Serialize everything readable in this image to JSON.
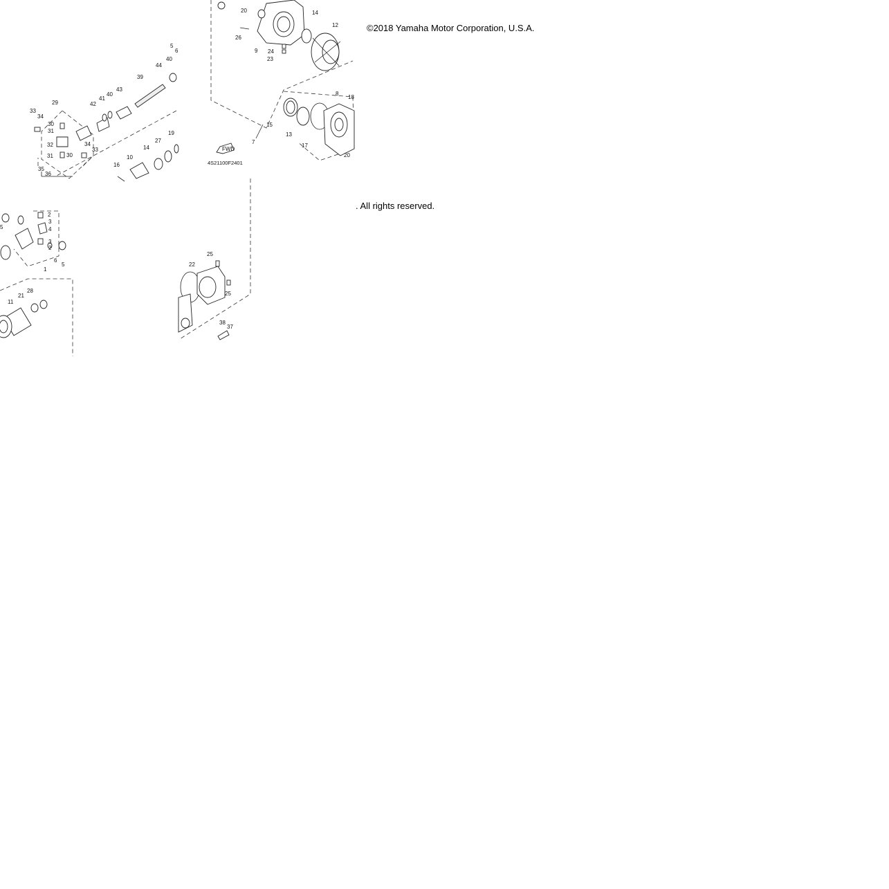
{
  "notice": {
    "copyright": "©2018 Yamaha Motor Corporation, U.S.A.",
    "rights": ". All rights reserved."
  },
  "diagram": {
    "fwd_label": "FWD",
    "code": "4S21100F2401",
    "callouts": [
      "20",
      "14",
      "12",
      "26",
      "9",
      "24",
      "23",
      "8",
      "18",
      "15",
      "13",
      "17",
      "7",
      "20",
      "5",
      "6",
      "40",
      "44",
      "39",
      "43",
      "40",
      "41",
      "42",
      "29",
      "33",
      "34",
      "30",
      "31",
      "32",
      "31",
      "34",
      "30",
      "33",
      "35",
      "36",
      "27",
      "19",
      "14",
      "10",
      "16",
      "2",
      "3",
      "4",
      "3",
      "2",
      "6",
      "5",
      "1",
      "5",
      "28",
      "21",
      "11",
      "25",
      "22",
      "25",
      "38",
      "37"
    ]
  }
}
